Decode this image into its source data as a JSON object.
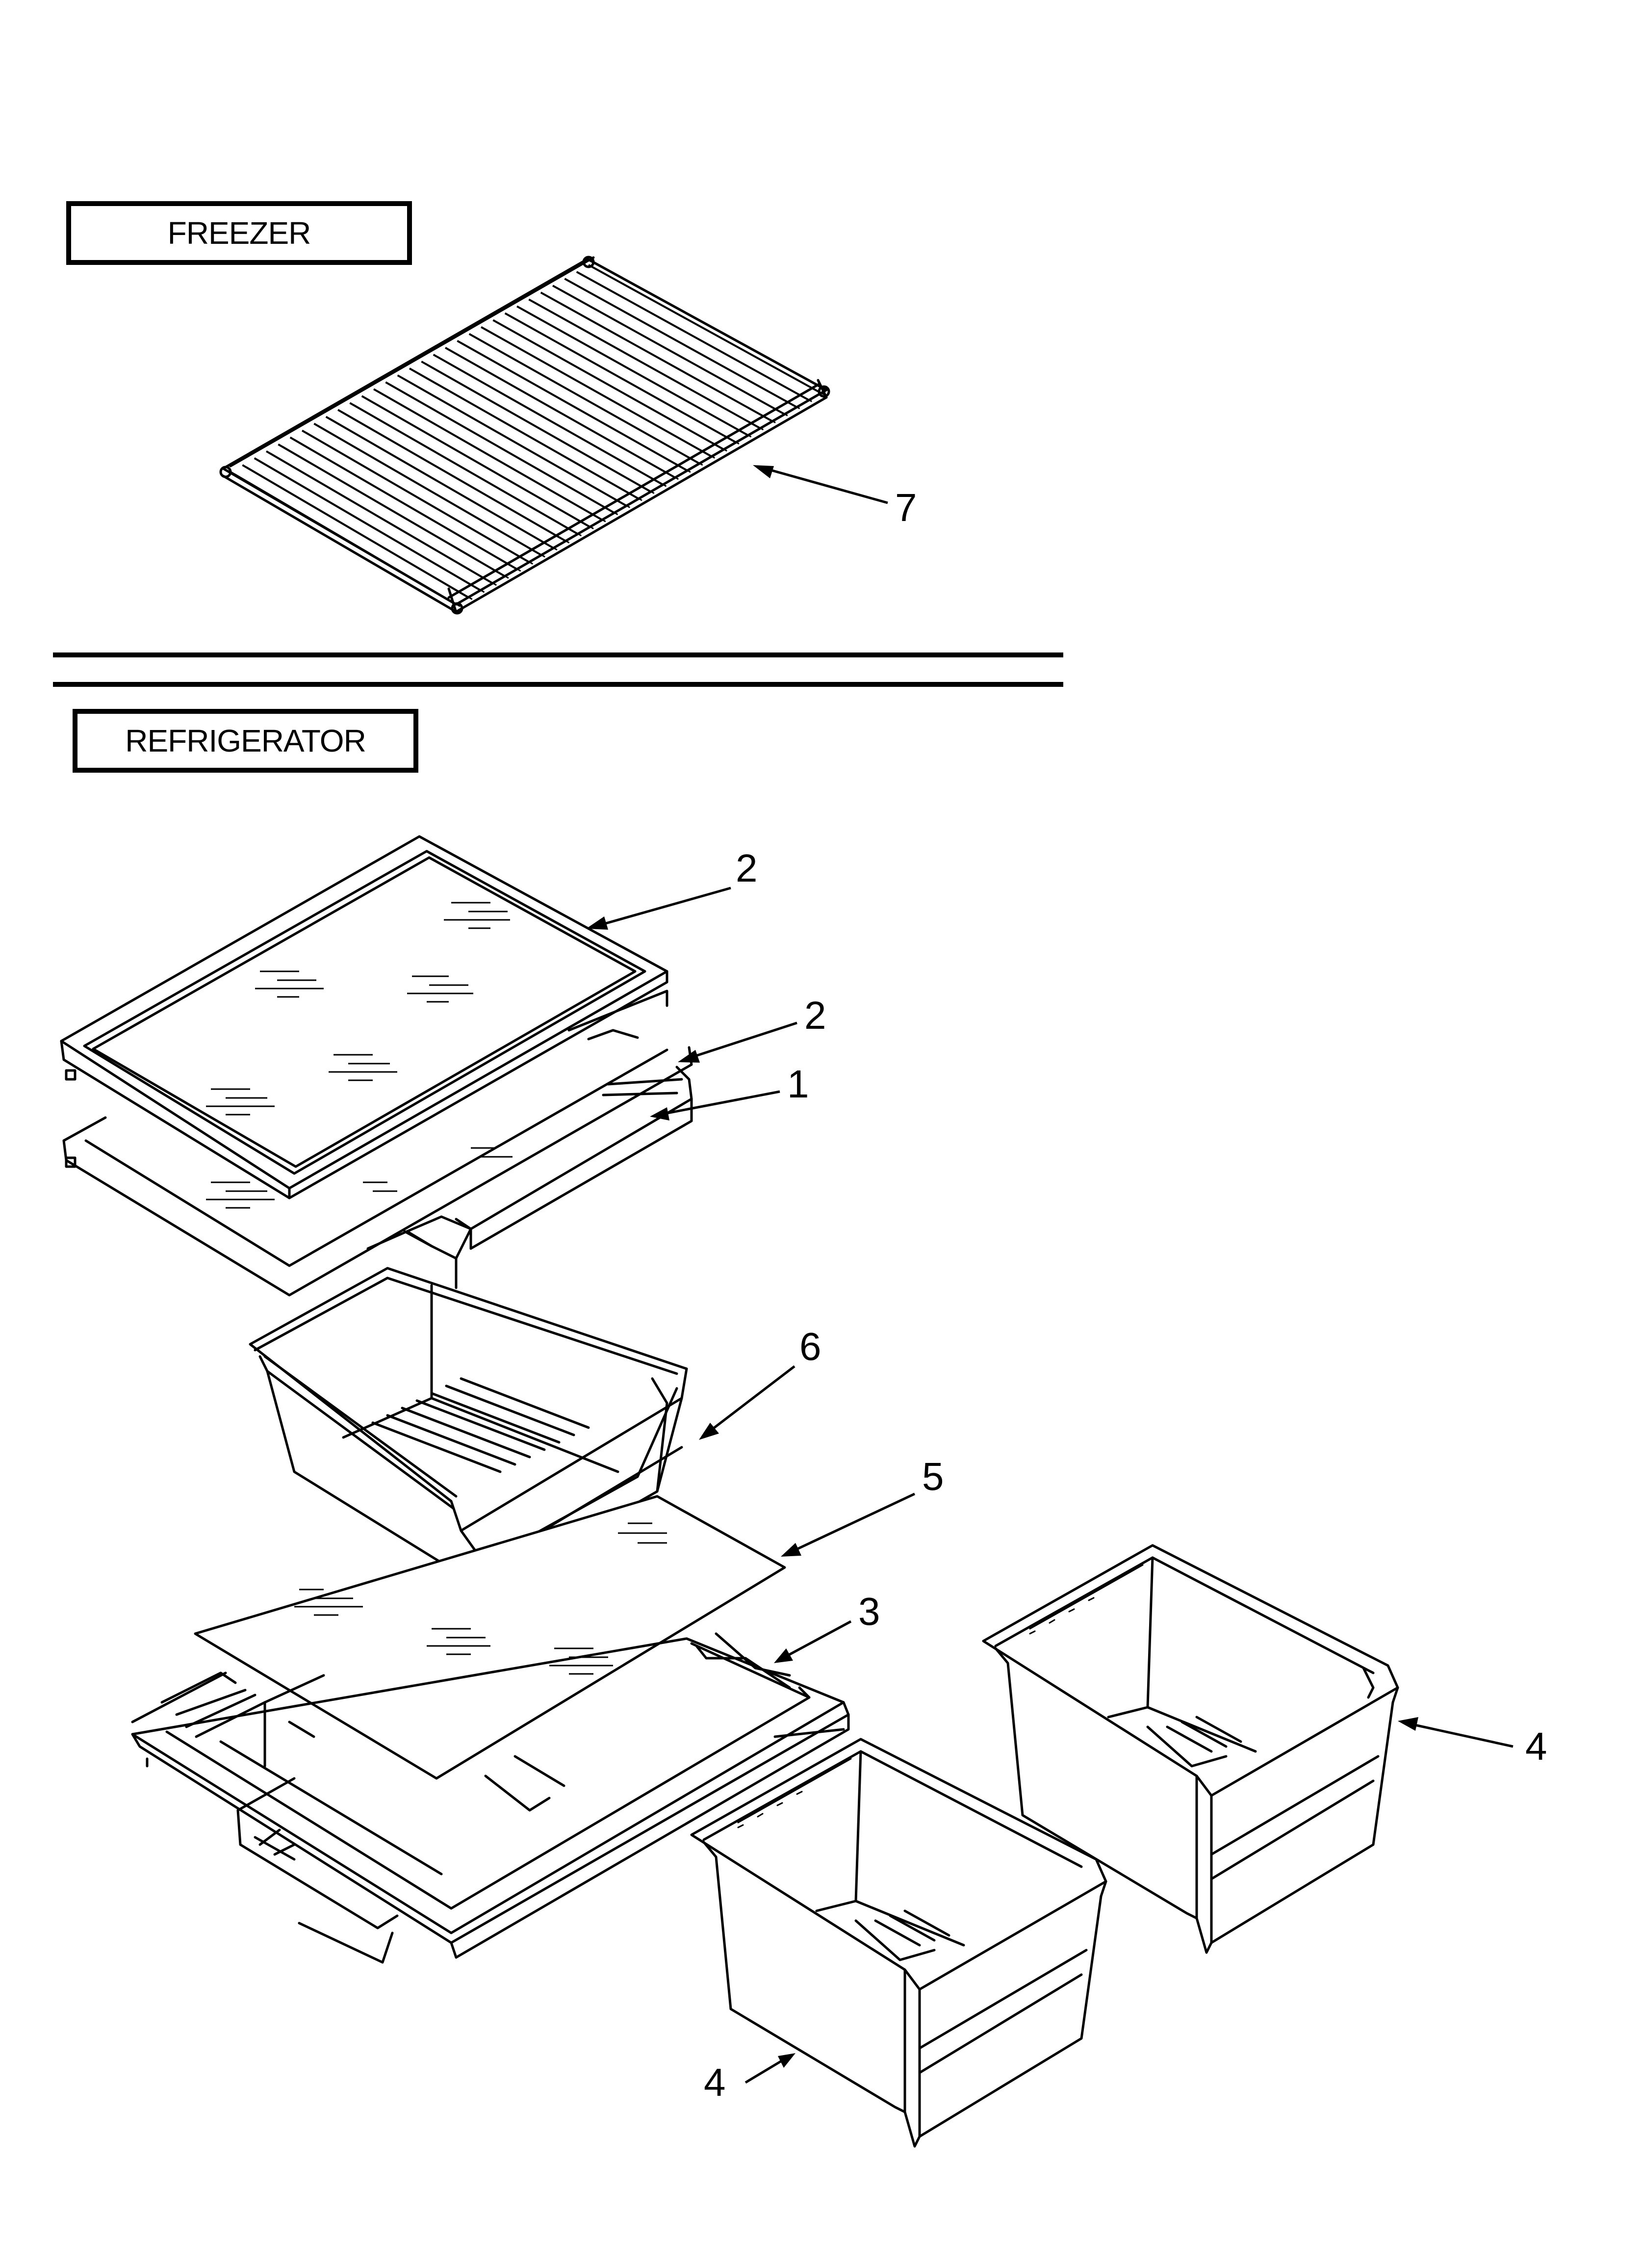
{
  "sections": {
    "freezer_label": "FREEZER",
    "refrigerator_label": "REFRIGERATOR"
  },
  "callouts": {
    "wire_shelf": "7",
    "glass_shelf_top": "2",
    "glass_shelf_middle": "2",
    "shelf_frame": "1",
    "meat_drawer": "6",
    "crisper_cover_glass": "5",
    "crisper_cover_frame": "3",
    "crisper_right": "4",
    "crisper_left": "4"
  }
}
